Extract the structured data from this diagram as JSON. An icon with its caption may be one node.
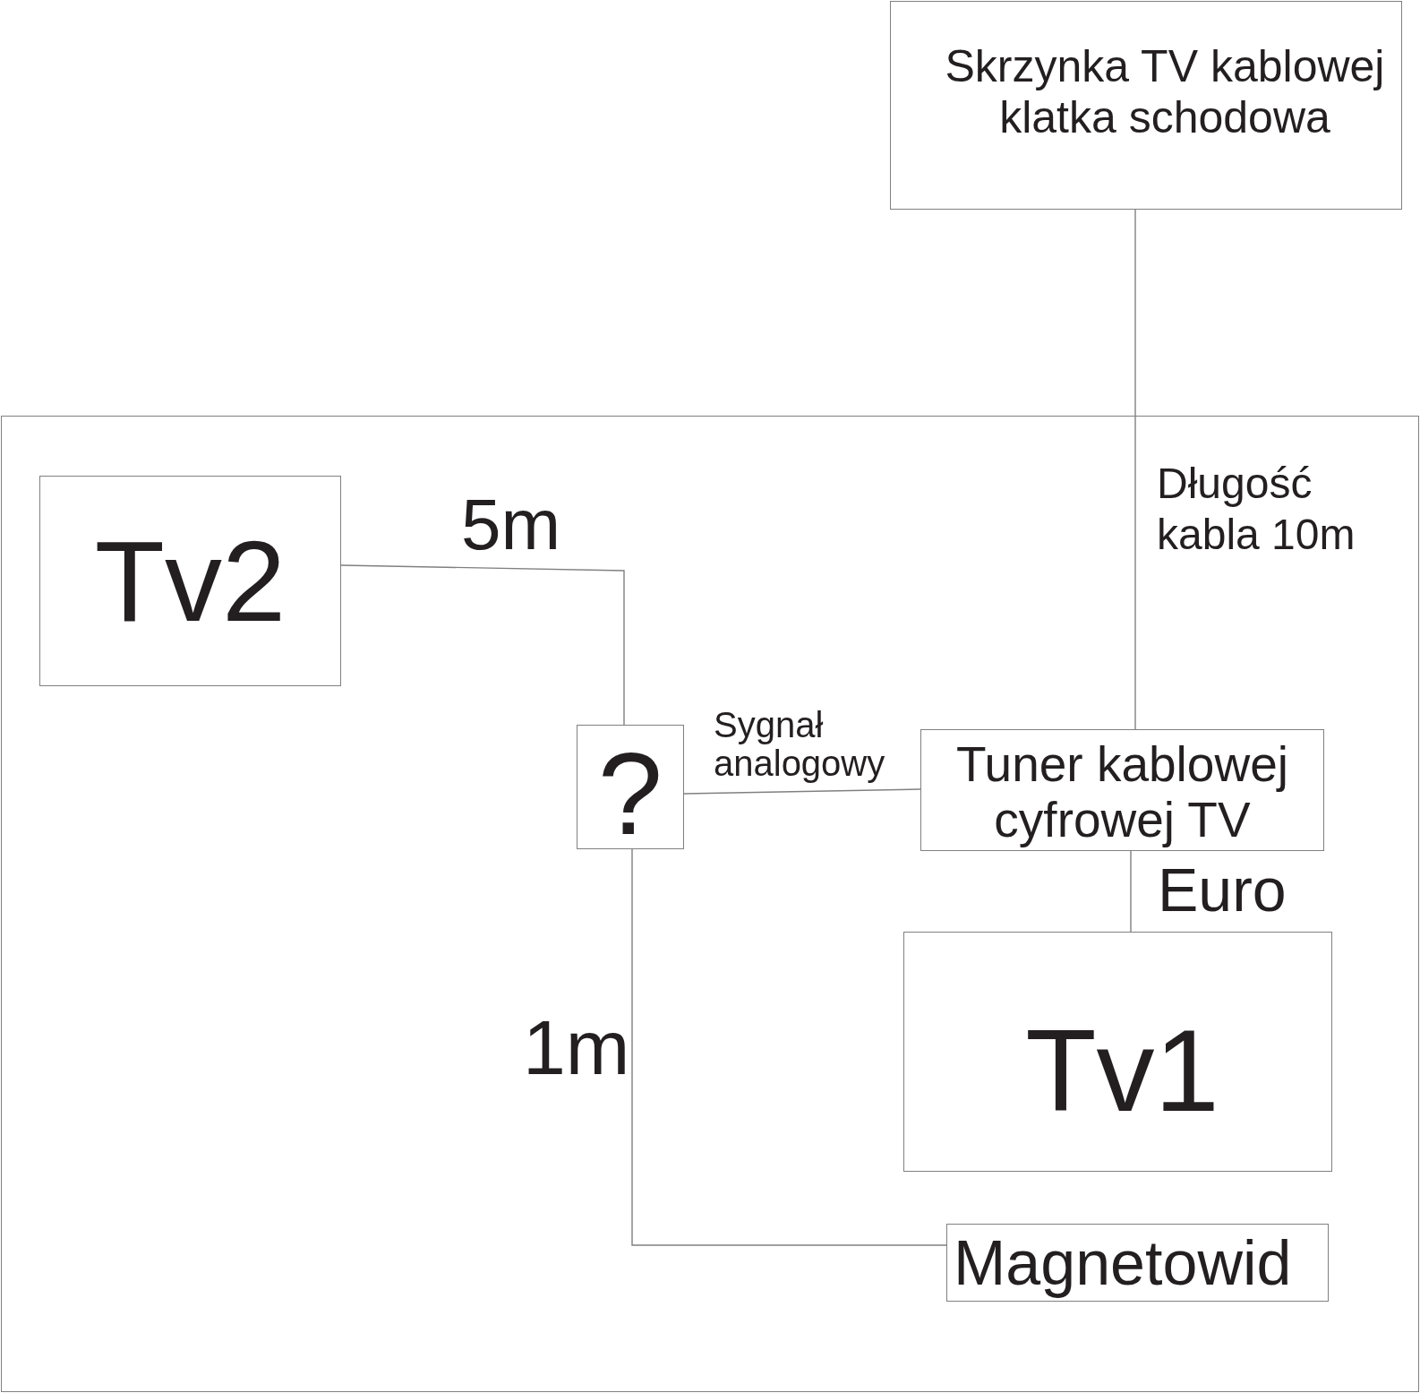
{
  "diagram": {
    "nodes": [
      {
        "text": [
          "Skrzynka TV kablowej klatka schodowa"
        ]
      },
      {
        "text": [],
        "shape": "box"
      },
      {
        "text": [
          "Tv2"
        ],
        "in": 1
      },
      {
        "text": [
          "?"
        ],
        "in": 1
      },
      {
        "text": [
          "Tuner kablowej cyfrowej TV"
        ],
        "in": 1
      },
      {
        "text": [
          "Tv1"
        ],
        "in": 1
      },
      {
        "text": [
          "Magnetowid"
        ],
        "in": 1
      }
    ],
    "edges": [
      {
        "from": 0,
        "to": 4,
        "arrow": "none",
        "label": "Długość kabla 10m"
      },
      {
        "from": 2,
        "to": 3,
        "arrow": "none",
        "label": "5m"
      },
      {
        "from": 3,
        "to": 4,
        "arrow": "none",
        "label": "Sygnał analogowy"
      },
      {
        "from": 4,
        "to": 5,
        "arrow": "none",
        "label": "Euro"
      },
      {
        "from": 3,
        "to": 6,
        "arrow": "none",
        "label": "1m"
      }
    ]
  }
}
